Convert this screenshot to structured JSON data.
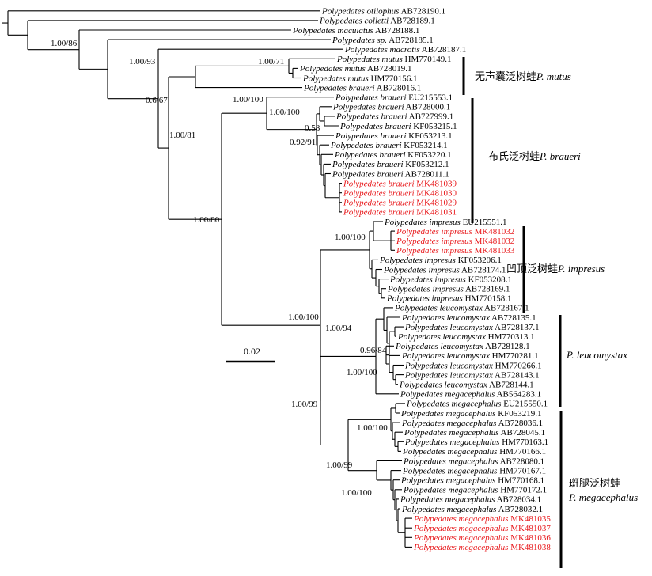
{
  "figure": {
    "scale_bar_label": "0.02",
    "highlight_color": "#e8191c",
    "text_color": "#000000"
  },
  "taxa": [
    {
      "id": "t1",
      "genus": "Polypedates",
      "epithet": "otilophus",
      "accession": "AB728190.1",
      "highlight": false
    },
    {
      "id": "t2",
      "genus": "Polypedates",
      "epithet": "colletti",
      "accession": "AB728189.1",
      "highlight": false
    },
    {
      "id": "t3",
      "genus": "Polypedates",
      "epithet": "maculatus",
      "accession": "AB728188.1",
      "highlight": false
    },
    {
      "id": "t4",
      "genus": "Polypedates",
      "epithet": "sp.",
      "accession": "AB728185.1",
      "highlight": false
    },
    {
      "id": "t5",
      "genus": "Polypedates",
      "epithet": "macrotis",
      "accession": "AB728187.1",
      "highlight": false
    },
    {
      "id": "t6",
      "genus": "Polypedates",
      "epithet": "mutus",
      "accession": "HM770149.1",
      "highlight": false
    },
    {
      "id": "t7",
      "genus": "Polypedates",
      "epithet": "mutus",
      "accession": "AB728019.1",
      "highlight": false
    },
    {
      "id": "t8",
      "genus": "Polypedates",
      "epithet": "mutus",
      "accession": "HM770156.1",
      "highlight": false
    },
    {
      "id": "t9",
      "genus": "Polypedates",
      "epithet": "braueri",
      "accession": "AB728016.1",
      "highlight": false
    },
    {
      "id": "t10",
      "genus": "Polypedates",
      "epithet": "braueri",
      "accession": "EU215553.1",
      "highlight": false
    },
    {
      "id": "t11",
      "genus": "Polypedates",
      "epithet": "braueri",
      "accession": "AB728000.1",
      "highlight": false
    },
    {
      "id": "t12",
      "genus": "Polypedates",
      "epithet": "braueri",
      "accession": "AB727999.1",
      "highlight": false
    },
    {
      "id": "t13",
      "genus": "Polypedates",
      "epithet": "braueri",
      "accession": "KF053215.1",
      "highlight": false
    },
    {
      "id": "t14",
      "genus": "Polypedates",
      "epithet": "braueri",
      "accession": "KF053213.1",
      "highlight": false
    },
    {
      "id": "t15",
      "genus": "Polypedates",
      "epithet": "braueri",
      "accession": "KF053214.1",
      "highlight": false
    },
    {
      "id": "t16",
      "genus": "Polypedates",
      "epithet": "braueri",
      "accession": "KF053220.1",
      "highlight": false
    },
    {
      "id": "t17",
      "genus": "Polypedates",
      "epithet": "braueri",
      "accession": "KF053212.1",
      "highlight": false
    },
    {
      "id": "t18",
      "genus": "Polypedates",
      "epithet": "braueri",
      "accession": "AB728011.1",
      "highlight": false
    },
    {
      "id": "t19",
      "genus": "Polypedates",
      "epithet": "braueri",
      "accession": "MK481039",
      "highlight": true
    },
    {
      "id": "t20",
      "genus": "Polypedates",
      "epithet": "braueri",
      "accession": "MK481030",
      "highlight": true
    },
    {
      "id": "t21",
      "genus": "Polypedates",
      "epithet": "braueri",
      "accession": "MK481029",
      "highlight": true
    },
    {
      "id": "t22",
      "genus": "Polypedates",
      "epithet": "braueri",
      "accession": "MK481031",
      "highlight": true
    },
    {
      "id": "t23",
      "genus": "Polypedates",
      "epithet": "impresus",
      "accession": "EU215551.1",
      "highlight": false
    },
    {
      "id": "t24",
      "genus": "Polypedates",
      "epithet": "impresus",
      "accession": "MK481032",
      "highlight": true
    },
    {
      "id": "t25",
      "genus": "Polypedates",
      "epithet": "impresus",
      "accession": "MK481032",
      "highlight": true
    },
    {
      "id": "t26",
      "genus": "Polypedates",
      "epithet": "impresus",
      "accession": "MK481033",
      "highlight": true
    },
    {
      "id": "t27",
      "genus": "Polypedates",
      "epithet": "impresus",
      "accession": "KF053206.1",
      "highlight": false
    },
    {
      "id": "t28",
      "genus": "Polypedates",
      "epithet": "impresus",
      "accession": "AB728174.1",
      "highlight": false
    },
    {
      "id": "t29",
      "genus": "Polypedates",
      "epithet": "impresus",
      "accession": "KF053208.1",
      "highlight": false
    },
    {
      "id": "t30",
      "genus": "Polypedates",
      "epithet": "impresus",
      "accession": "AB728169.1",
      "highlight": false
    },
    {
      "id": "t31",
      "genus": "Polypedates",
      "epithet": "impresus",
      "accession": "HM770158.1",
      "highlight": false
    },
    {
      "id": "t32",
      "genus": "Polypedates",
      "epithet": "leucomystax",
      "accession": "AB728167.1",
      "highlight": false
    },
    {
      "id": "t33",
      "genus": "Polypedates",
      "epithet": "leucomystax",
      "accession": "AB728135.1",
      "highlight": false
    },
    {
      "id": "t34",
      "genus": "Polypedates",
      "epithet": "leucomystax",
      "accession": "AB728137.1",
      "highlight": false
    },
    {
      "id": "t35",
      "genus": "Polypedates",
      "epithet": "leucomystax",
      "accession": "HM770313.1",
      "highlight": false
    },
    {
      "id": "t36",
      "genus": "Polypedates",
      "epithet": "leucomystax",
      "accession": "AB728128.1",
      "highlight": false
    },
    {
      "id": "t37",
      "genus": "Polypedates",
      "epithet": "leucomystax",
      "accession": "HM770281.1",
      "highlight": false
    },
    {
      "id": "t38",
      "genus": "Polypedates",
      "epithet": "leucomystax",
      "accession": "HM770266.1",
      "highlight": false
    },
    {
      "id": "t39",
      "genus": "Polypedates",
      "epithet": "leucomystax",
      "accession": "AB728143.1",
      "highlight": false
    },
    {
      "id": "t40",
      "genus": "Polypedates",
      "epithet": "leucomystax",
      "accession": "AB728144.1",
      "highlight": false
    },
    {
      "id": "t41",
      "genus": "Polypedates",
      "epithet": "megacephalus",
      "accession": "AB564283.1",
      "highlight": false
    },
    {
      "id": "t42",
      "genus": "Polypedates",
      "epithet": "megacephalus",
      "accession": "EU215550.1",
      "highlight": false
    },
    {
      "id": "t43",
      "genus": "Polypedates",
      "epithet": "megacephalus",
      "accession": "KF053219.1",
      "highlight": false
    },
    {
      "id": "t44",
      "genus": "Polypedates",
      "epithet": "megacephalus",
      "accession": "AB728036.1",
      "highlight": false
    },
    {
      "id": "t45",
      "genus": "Polypedates",
      "epithet": "megacephalus",
      "accession": "AB728045.1",
      "highlight": false
    },
    {
      "id": "t46",
      "genus": "Polypedates",
      "epithet": "megacephalus",
      "accession": "HM770163.1",
      "highlight": false
    },
    {
      "id": "t47",
      "genus": "Polypedates",
      "epithet": "megacephalus",
      "accession": "HM770166.1",
      "highlight": false
    },
    {
      "id": "t48",
      "genus": "Polypedates",
      "epithet": "megacephalus",
      "accession": "AB728080.1",
      "highlight": false
    },
    {
      "id": "t49",
      "genus": "Polypedates",
      "epithet": "megacephalus",
      "accession": "HM770167.1",
      "highlight": false
    },
    {
      "id": "t50",
      "genus": "Polypedates",
      "epithet": "megacephalus",
      "accession": "HM770168.1",
      "highlight": false
    },
    {
      "id": "t51",
      "genus": "Polypedates",
      "epithet": "megacephalus",
      "accession": "HM770172.1",
      "highlight": false
    },
    {
      "id": "t52",
      "genus": "Polypedates",
      "epithet": "megacephalus",
      "accession": "AB728034.1",
      "highlight": false
    },
    {
      "id": "t53",
      "genus": "Polypedates",
      "epithet": "megacephalus",
      "accession": "AB728032.1",
      "highlight": false
    },
    {
      "id": "t54",
      "genus": "Polypedates",
      "epithet": "megacephalus",
      "accession": "MK481035",
      "highlight": true
    },
    {
      "id": "t55",
      "genus": "Polypedates",
      "epithet": "megacephalus",
      "accession": "MK481037",
      "highlight": true
    },
    {
      "id": "t56",
      "genus": "Polypedates",
      "epithet": "megacephalus",
      "accession": "MK481036",
      "highlight": true
    },
    {
      "id": "t57",
      "genus": "Polypedates",
      "epithet": "megacephalus",
      "accession": "MK481038",
      "highlight": true
    }
  ],
  "support_values": [
    {
      "id": "s_root",
      "text": "1.00/86"
    },
    {
      "id": "s_macrotis",
      "text": "1.00/93"
    },
    {
      "id": "s_mutus",
      "text": "1.00/71"
    },
    {
      "id": "s_mut_brau",
      "text": "0.6/67"
    },
    {
      "id": "s_core",
      "text": "1.00/81"
    },
    {
      "id": "s_braueri",
      "text": "1.00/100"
    },
    {
      "id": "s_braueri_sub",
      "text": "1.00/100"
    },
    {
      "id": "s_braueri_058",
      "text": "0.58"
    },
    {
      "id": "s_braueri_092",
      "text": "0.92/91"
    },
    {
      "id": "s_main",
      "text": "1.00/80"
    },
    {
      "id": "s_impresus",
      "text": "1.00/100"
    },
    {
      "id": "s_imp_leu_meg",
      "text": "1.00/100"
    },
    {
      "id": "s_leuco",
      "text": "1.00/94"
    },
    {
      "id": "s_leuco_096",
      "text": "0.96/84"
    },
    {
      "id": "s_leuco_sub",
      "text": "1.00/100"
    },
    {
      "id": "s_leu_meg",
      "text": "1.00/99"
    },
    {
      "id": "s_mega_sub1",
      "text": "1.00/100"
    },
    {
      "id": "s_mega",
      "text": "1.00/99"
    },
    {
      "id": "s_mega_sub2",
      "text": "1.00/100"
    }
  ],
  "clades": [
    {
      "id": "mutus",
      "chinese": "无声囊泛树蛙",
      "scientific": "P. mutus"
    },
    {
      "id": "braueri",
      "chinese": "布氏泛树蛙",
      "scientific": "P. braueri"
    },
    {
      "id": "impresus",
      "chinese": "凹顶泛树蛙",
      "scientific": "P. impresus"
    },
    {
      "id": "leucomystax",
      "chinese": "",
      "scientific": "P. leucomystax"
    },
    {
      "id": "megacephalus",
      "chinese": "斑腿泛树蛙",
      "scientific": "P. megacephalus"
    }
  ]
}
